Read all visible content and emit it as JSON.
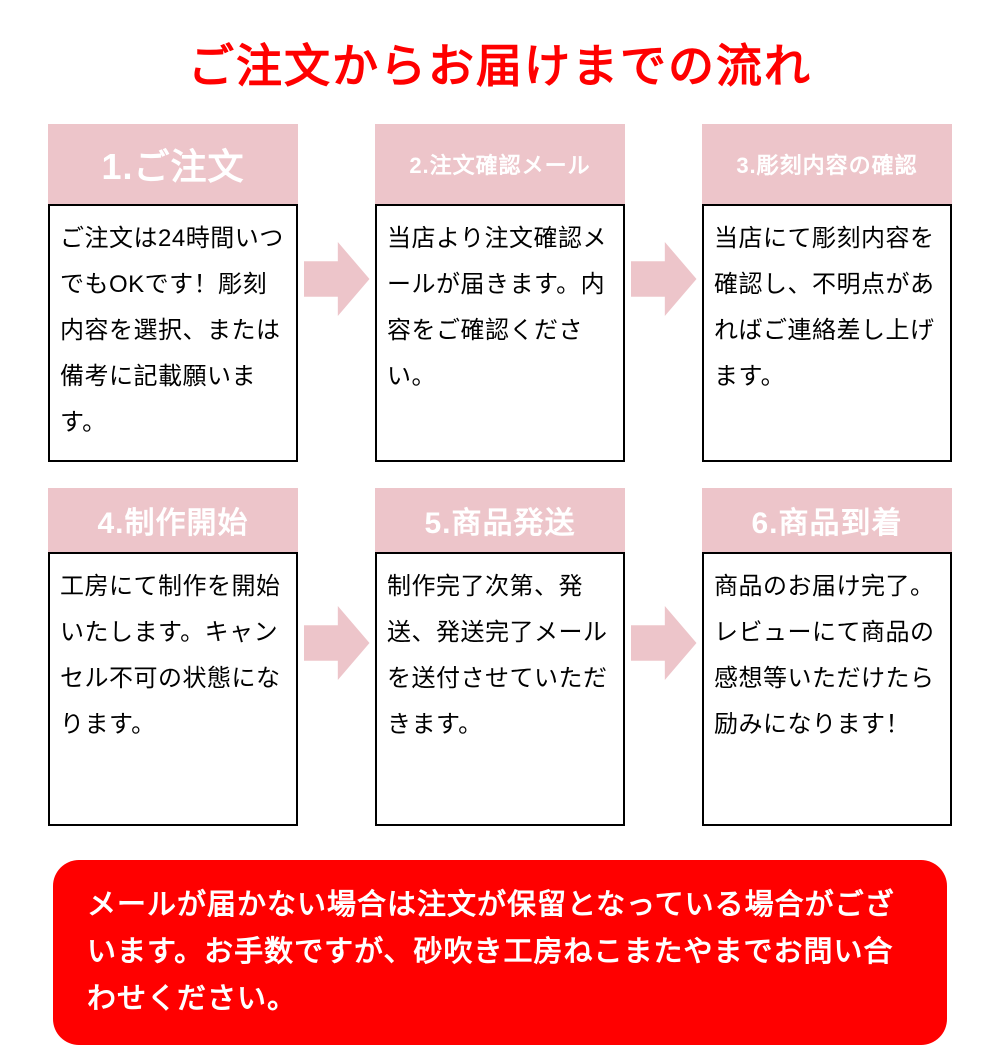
{
  "title": "ご注文からお届けまでの流れ",
  "colors": {
    "accent_red": "#ff0000",
    "header_pink": "#edc5ca",
    "arrow_pink": "#edc5ca",
    "body_text": "#000000",
    "border": "#000000"
  },
  "icons": {
    "flow_arrow": "arrow-right-icon"
  },
  "steps": [
    {
      "header": "1.ご注文",
      "body": "ご注文は24時間いつでもOKです！彫刻内容を選択、または備考に記載願います。"
    },
    {
      "header": "2.注文確認メール",
      "body": "当店より注文確認メールが届きます。内容をご確認ください。"
    },
    {
      "header": "3.彫刻内容の確認",
      "body": "当店にて彫刻内容を確認し、不明点があればご連絡差し上げます。"
    },
    {
      "header": "4.制作開始",
      "body": "工房にて制作を開始いたします。キャンセル不可の状態になります。"
    },
    {
      "header": "5.商品発送",
      "body": "制作完了次第、発送、発送完了メールを送付させていただきます。"
    },
    {
      "header": "6.商品到着",
      "body": "商品のお届け完了。レビューにて商品の感想等いただけたら励みになります！"
    }
  ],
  "footer": "メールが届かない場合は注文が保留となっている場合がございます。お手数ですが、砂吹き工房ねこまたやまでお問い合わせください。"
}
